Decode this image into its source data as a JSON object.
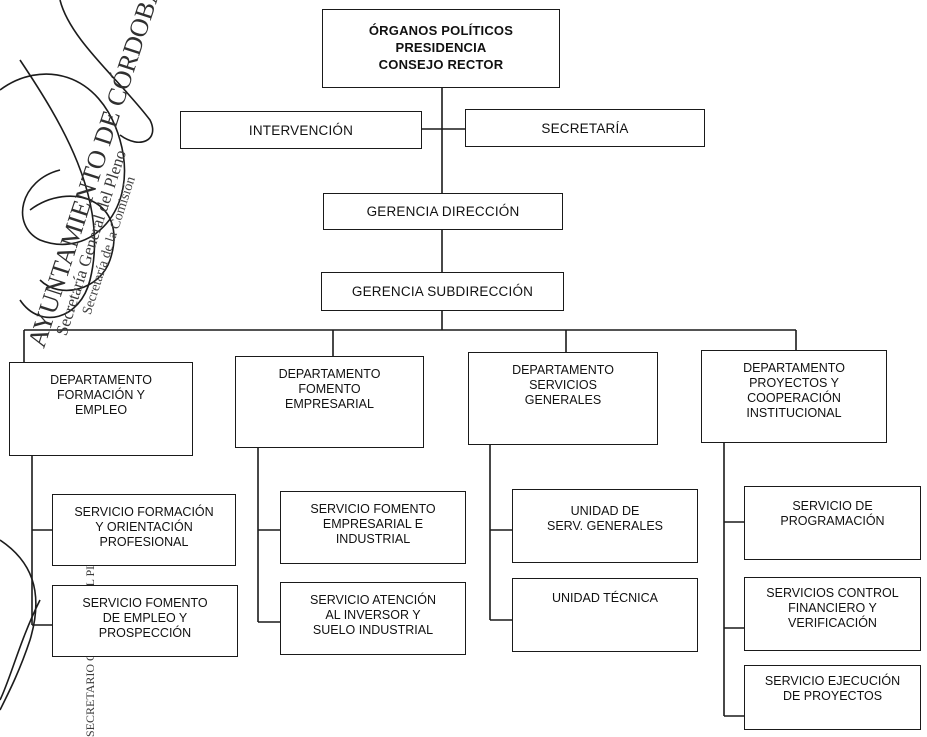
{
  "top": {
    "lines": [
      "ÓRGANOS POLÍTICOS",
      "PRESIDENCIA",
      "CONSEJO RECTOR"
    ]
  },
  "intervencion": "INTERVENCIÓN",
  "secretaria": "SECRETARÍA",
  "gerencia_direccion": "GERENCIA DIRECCIÓN",
  "gerencia_subdireccion": "GERENCIA SUBDIRECCIÓN",
  "departments": [
    {
      "lines": [
        "DEPARTAMENTO",
        "FORMACIÓN Y",
        "EMPLEO"
      ]
    },
    {
      "lines": [
        "DEPARTAMENTO",
        "FOMENTO",
        "EMPRESARIAL"
      ]
    },
    {
      "lines": [
        "DEPARTAMENTO",
        "SERVICIOS",
        "GENERALES"
      ]
    },
    {
      "lines": [
        "DEPARTAMENTO",
        "PROYECTOS Y",
        "COOPERACIÓN",
        "INSTITUCIONAL"
      ]
    }
  ],
  "services": {
    "d1": [
      {
        "lines": [
          "SERVICIO FORMACIÓN",
          "Y ORIENTACIÓN",
          "PROFESIONAL"
        ]
      },
      {
        "lines": [
          "SERVICIO FOMENTO",
          "DE EMPLEO Y",
          "PROSPECCIÓN"
        ]
      }
    ],
    "d2": [
      {
        "lines": [
          "SERVICIO FOMENTO",
          "EMPRESARIAL E",
          "INDUSTRIAL"
        ]
      },
      {
        "lines": [
          "SERVICIO  ATENCIÓN",
          "AL INVERSOR Y",
          "SUELO INDUSTRIAL"
        ]
      }
    ],
    "d3": [
      {
        "lines": [
          "UNIDAD DE",
          "SERV. GENERALES"
        ]
      },
      {
        "lines": [
          "UNIDAD TÉCNICA"
        ]
      }
    ],
    "d4": [
      {
        "lines": [
          "SERVICIO DE",
          "PROGRAMACIÓN"
        ]
      },
      {
        "lines": [
          "SERVICIOS CONTROL",
          "FINANCIERO Y",
          "VERIFICACIÓN"
        ]
      },
      {
        "lines": [
          "SERVICIO EJECUCIÓN",
          "DE PROYECTOS"
        ]
      }
    ]
  },
  "stamp": {
    "line1": "AYUNTAMIENTO DE CÓRDOBA",
    "line2": "Secretaría General del Pleno",
    "line3": "Secretaría de la Comisión",
    "margin": "SECRETARIO GENERAL DEL PLENO"
  }
}
